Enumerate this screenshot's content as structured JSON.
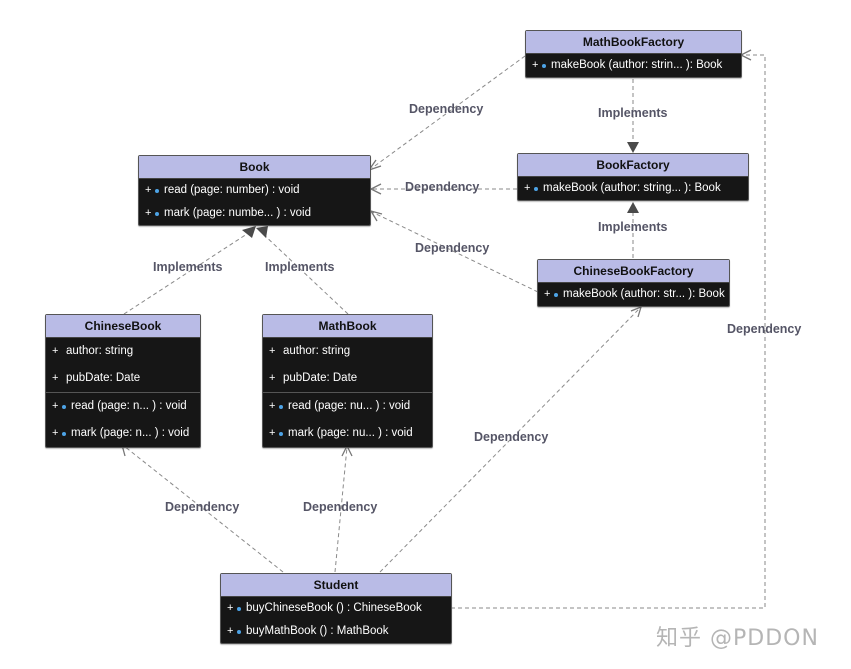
{
  "classes": {
    "math_factory": {
      "name": "MathBookFactory",
      "methods": [
        "makeBook (author: strin... ): Book"
      ]
    },
    "book": {
      "name": "Book",
      "methods": [
        "read (page: number) : void",
        "mark (page: numbe... ) : void"
      ]
    },
    "book_factory": {
      "name": "BookFactory",
      "methods": [
        "makeBook (author: string... ): Book"
      ]
    },
    "chinese_factory": {
      "name": "ChineseBookFactory",
      "methods": [
        "makeBook (author: str... ): Book"
      ]
    },
    "chinese_book": {
      "name": "ChineseBook",
      "fields": [
        "author: string",
        "pubDate: Date"
      ],
      "methods": [
        "read (page: n... ) : void",
        "mark (page: n... ) : void"
      ]
    },
    "math_book": {
      "name": "MathBook",
      "fields": [
        "author: string",
        "pubDate: Date"
      ],
      "methods": [
        "read (page: nu... ) : void",
        "mark (page: nu... ) : void"
      ]
    },
    "student": {
      "name": "Student",
      "methods": [
        "buyChineseBook () : ChineseBook",
        "buyMathBook () : MathBook"
      ]
    }
  },
  "visibility_symbol": "+",
  "relations": {
    "dependency": "Dependency",
    "implements": "Implements"
  },
  "watermark": "知乎 @PDDON"
}
